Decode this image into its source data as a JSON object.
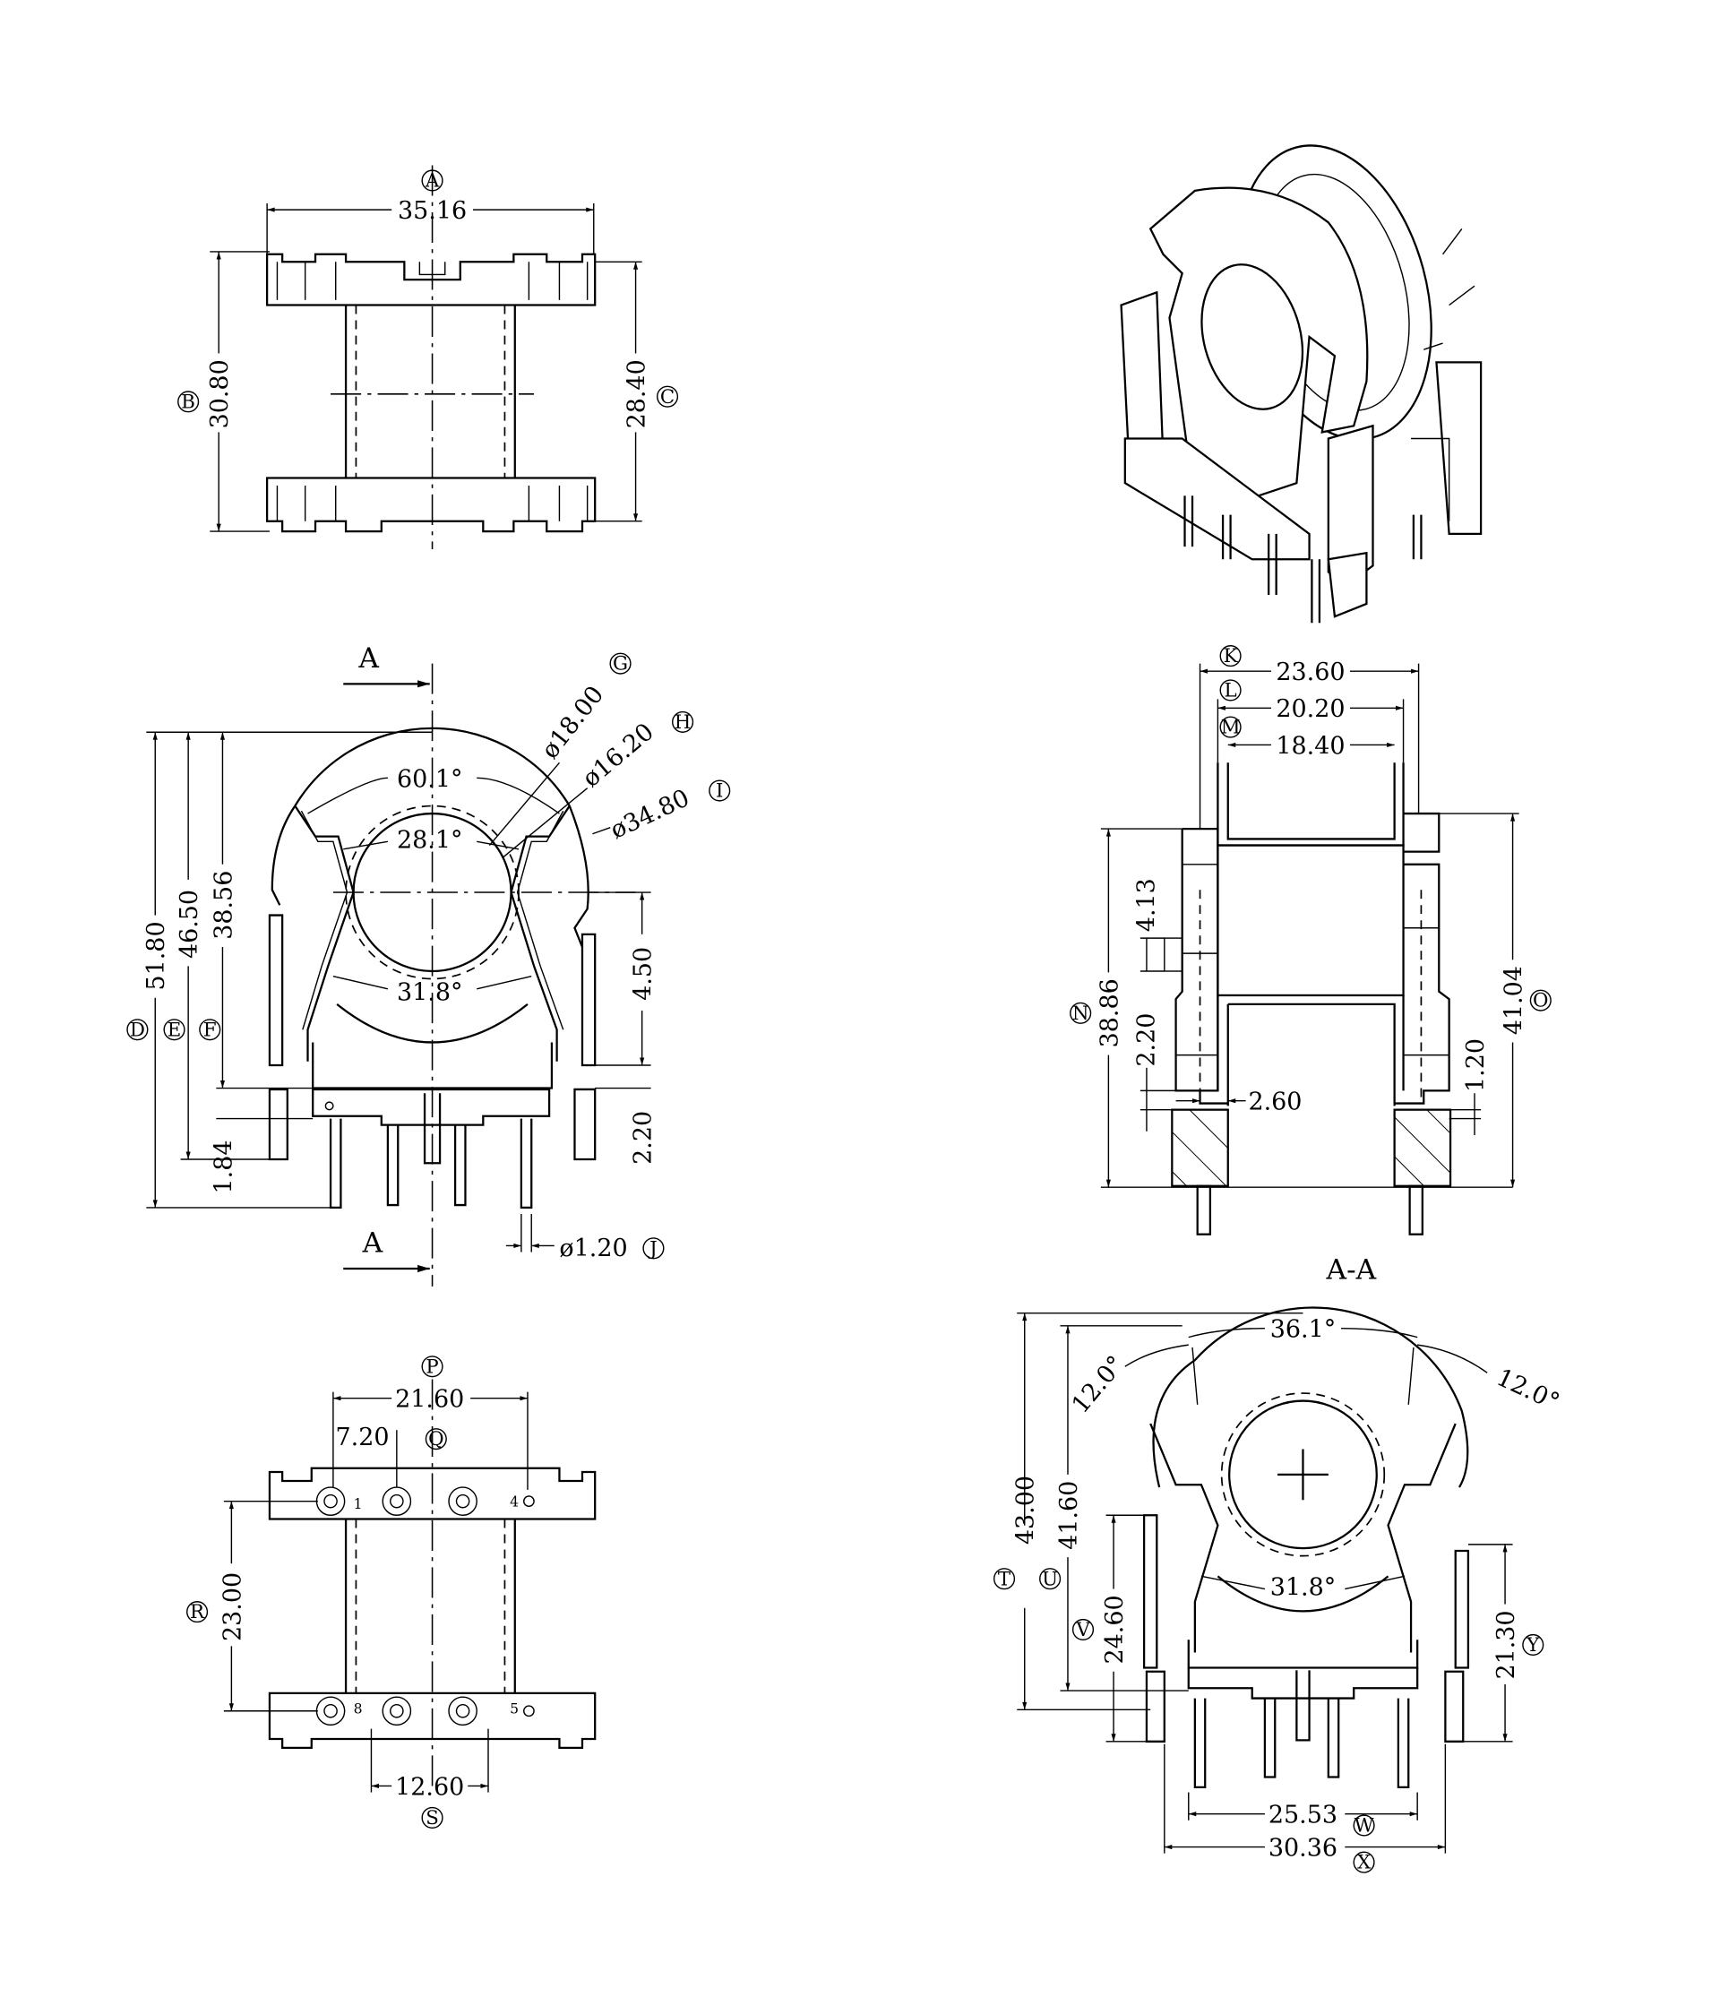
{
  "top_view": {
    "labels": {
      "A": "A",
      "B": "B",
      "C": "C"
    },
    "dims": {
      "width_A": "35.16",
      "height_B": "30.80",
      "height_C": "28.40"
    }
  },
  "front_view": {
    "section_marks": [
      "A",
      "A"
    ],
    "labels": {
      "D": "D",
      "E": "E",
      "F": "F",
      "G": "G",
      "H": "H",
      "I": "I",
      "J": "J"
    },
    "dims": {
      "dia_G": "ø18.00",
      "dia_H": "ø16.20",
      "dia_I": "ø34.80",
      "angle_top": "60.1°",
      "angle_mid": "28.1°",
      "angle_bottom": "31.8°",
      "height_D": "51.80",
      "height_E": "46.50",
      "height_F": "38.56",
      "pin_offset": "1.84",
      "right_upper": "4.50",
      "right_lower": "2.20",
      "pin_dia_J": "ø1.20"
    }
  },
  "side_view": {
    "labels": {
      "K": "K",
      "L": "L",
      "M": "M",
      "N": "N",
      "O": "O"
    },
    "dims": {
      "width_K": "23.60",
      "width_L": "20.20",
      "width_M": "18.40",
      "height_N": "38.86",
      "tab": "4.13",
      "step_left": "2.20",
      "wall": "2.60",
      "step_right": "1.20",
      "height_O": "41.04"
    }
  },
  "section_view": {
    "title": "A-A",
    "labels": {
      "T": "T",
      "U": "U",
      "V": "V",
      "W": "W",
      "X": "X",
      "Y": "Y"
    },
    "dims": {
      "angle_top": "36.1°",
      "angle_left": "12.0°",
      "angle_right": "12.0°",
      "angle_bottom": "31.8°",
      "height_T": "43.00",
      "height_U": "41.60",
      "height_V": "24.60",
      "height_Y": "21.30",
      "width_W": "25.53",
      "width_X": "30.36"
    }
  },
  "bottom_view": {
    "labels": {
      "P": "P",
      "Q": "Q",
      "R": "R",
      "S": "S"
    },
    "dims": {
      "width_P": "21.60",
      "pitch_Q": "7.20",
      "height_R": "23.00",
      "width_S": "12.60"
    },
    "pin_numbers": [
      "1",
      "4",
      "8",
      "5"
    ]
  }
}
